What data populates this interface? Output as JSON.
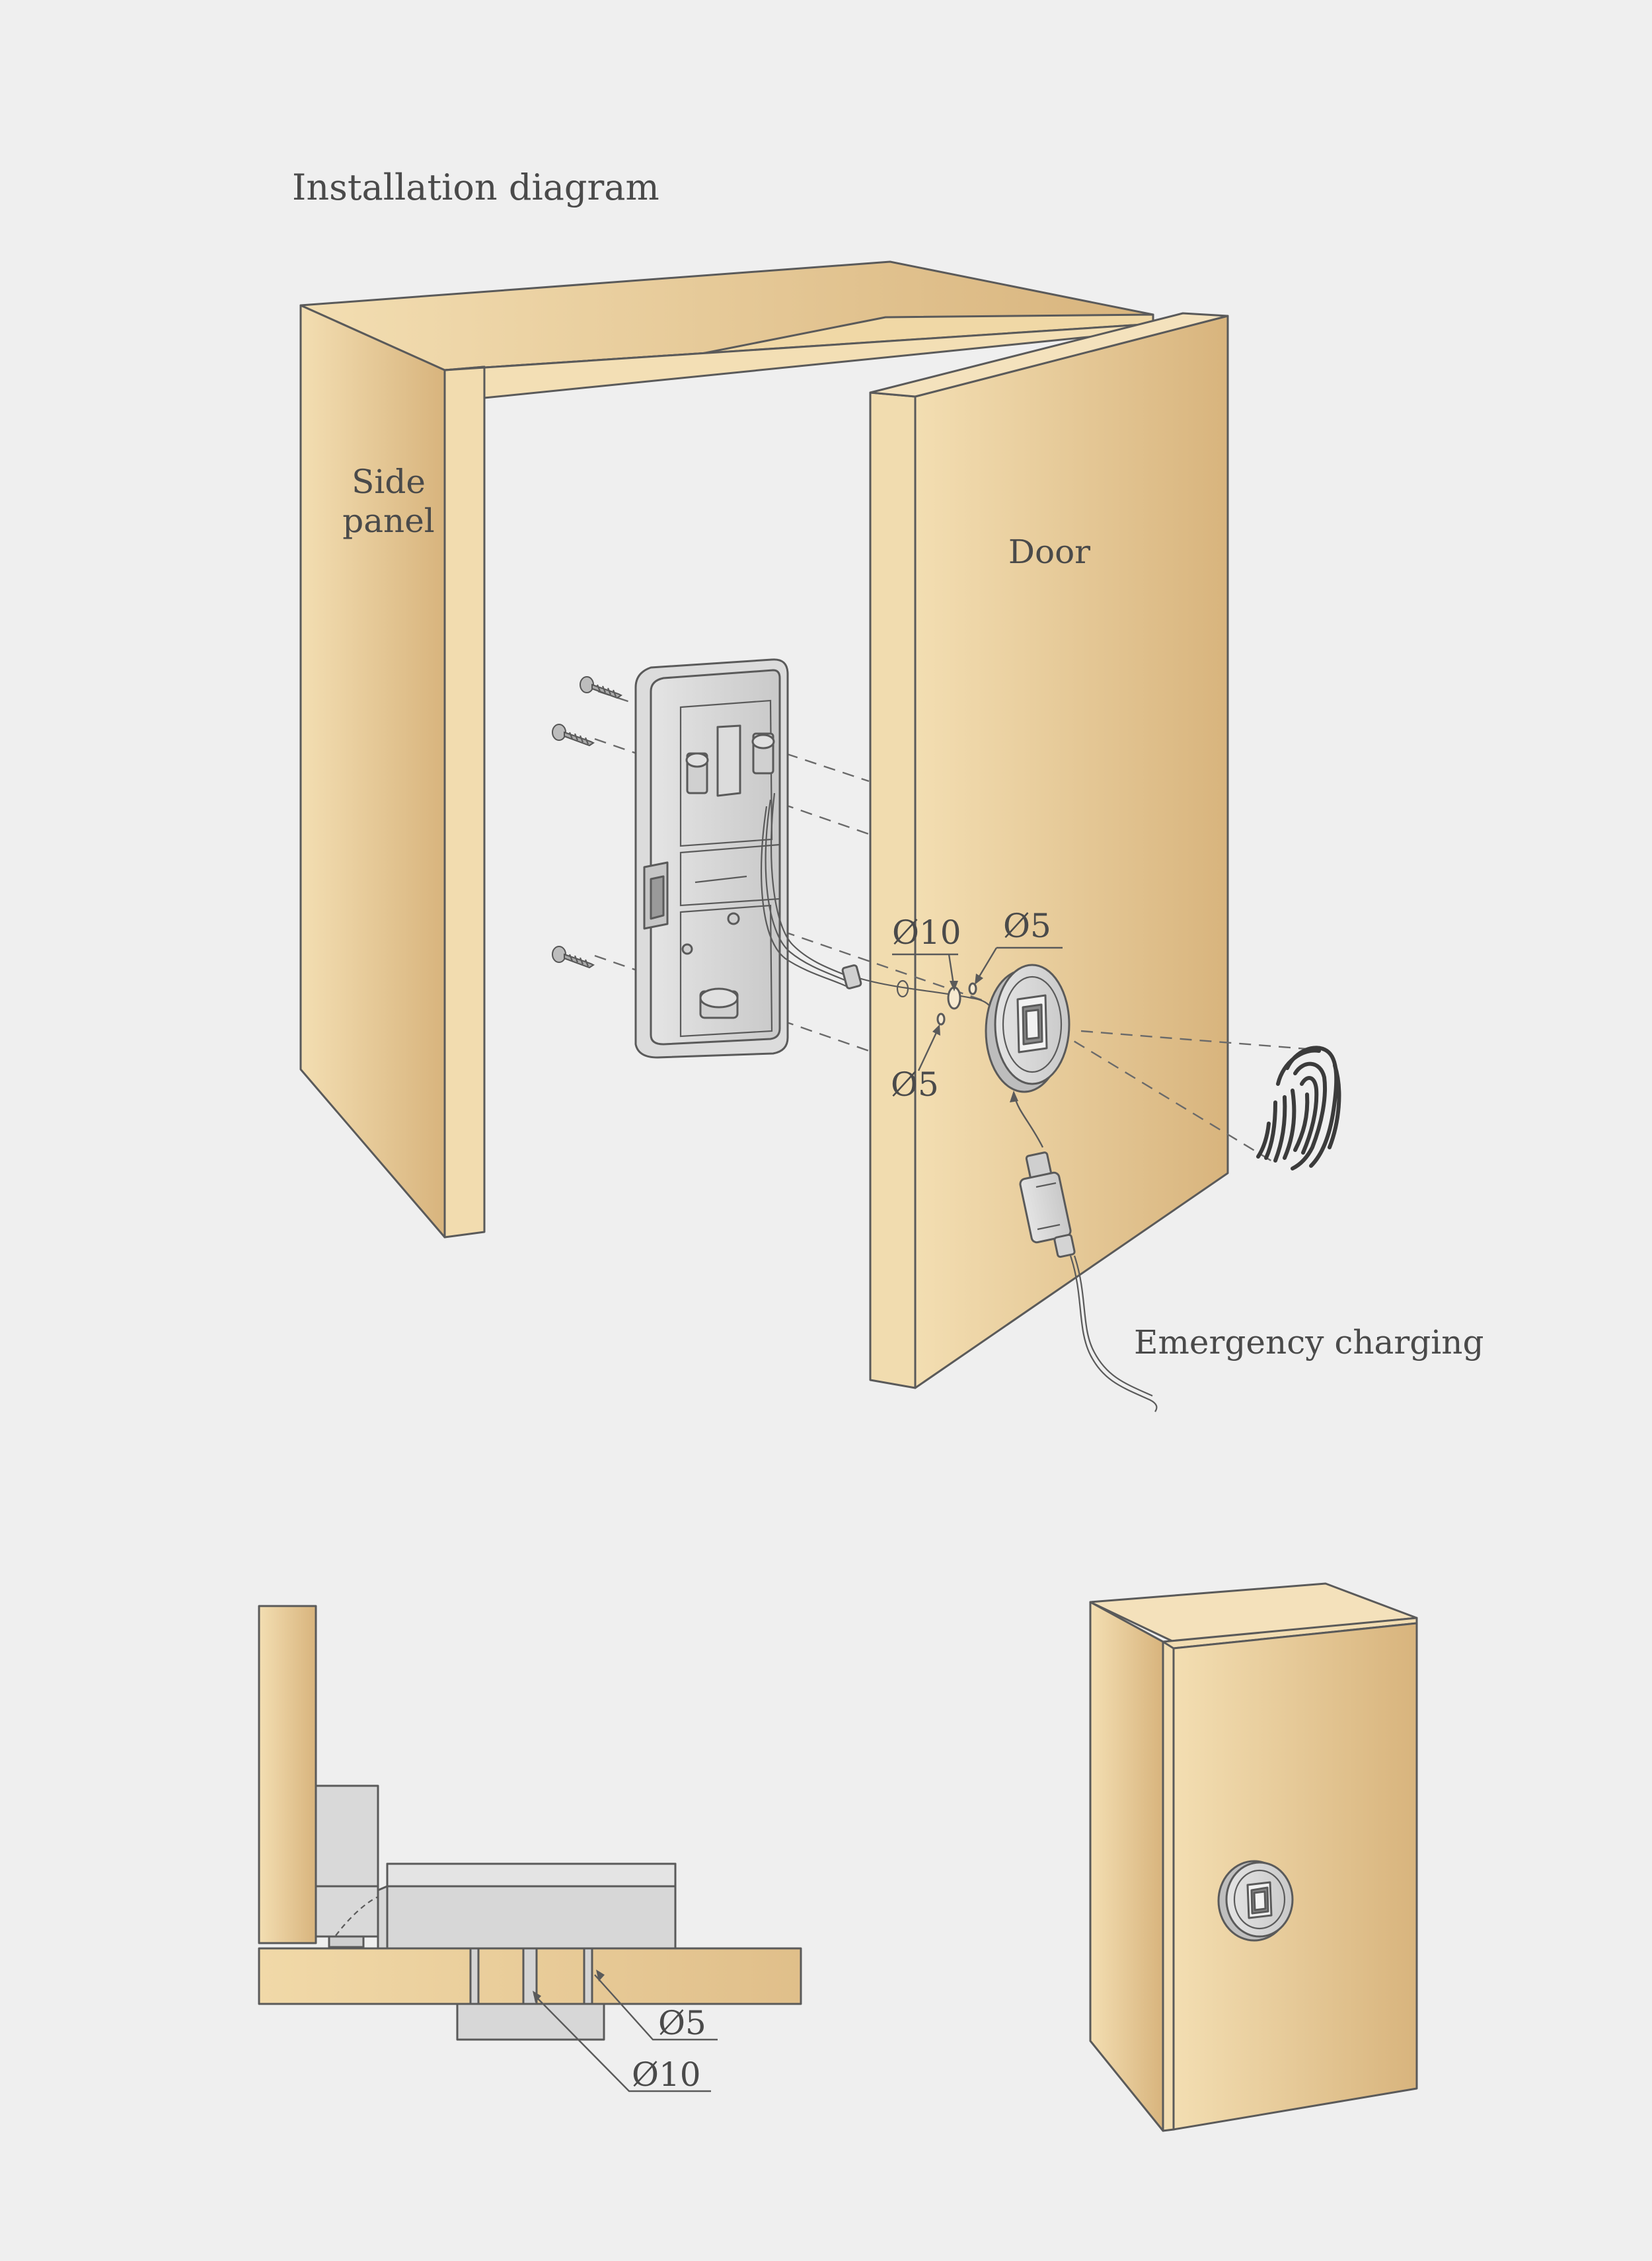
{
  "title": "Installation diagram",
  "labels": {
    "side_panel_line1": "Side",
    "side_panel_line2": "panel",
    "door": "Door",
    "emergency_charging": "Emergency charging"
  },
  "dimensions": {
    "hole_large_top": "Ø10",
    "hole_small_top": "Ø5",
    "hole_small_bottom": "Ø5",
    "section_small": "Ø5",
    "section_large": "Ø10"
  },
  "icons": [
    "screw-icon",
    "fingerprint-icon",
    "usb-charger-icon",
    "fingerprint-reader-icon",
    "lock-body-icon"
  ],
  "colors": {
    "background": "#efefef",
    "wood_light": "#f2ddb1",
    "wood_dark": "#d9b57e",
    "metal": "#d6d6d6",
    "outline": "#5a5a5a",
    "text": "#4a4a4a"
  }
}
